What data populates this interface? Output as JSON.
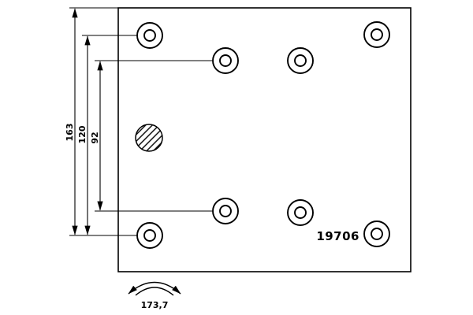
{
  "part_number": "19706",
  "dimensions": {
    "height_163": "163",
    "span_120": "120",
    "span_92": "92",
    "arc_width": "173,7"
  },
  "colors": {
    "line": "#000000",
    "background": "#ffffff"
  }
}
